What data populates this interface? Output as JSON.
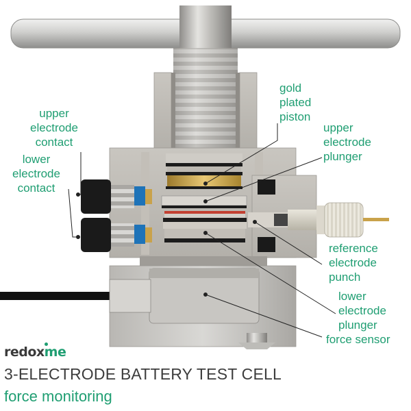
{
  "brand": {
    "name_part1": "redox",
    "name_part2": "me",
    "accent_color": "#1f9e72"
  },
  "title": "3-ELECTRODE BATTERY TEST CELL",
  "subtitle": "force monitoring",
  "labels": {
    "upper_electrode_contact": "upper\nelectrode\ncontact",
    "lower_electrode_contact": "lower\nelectrode\ncontact",
    "gold_plated_piston": "gold\nplated\npiston",
    "upper_electrode_plunger": "upper\nelectrode\nplunger",
    "reference_electrode_punch": "reference\nelectrode\npunch",
    "lower_electrode_plunger": "lower\nelectrode\nplunger",
    "force_sensor": "force sensor"
  },
  "colors": {
    "label_text": "#1f9e72",
    "leader_line": "#222222",
    "steel_light": "#d6d5d2",
    "steel_dark": "#9c9a96",
    "gold": "#c9a24a"
  }
}
